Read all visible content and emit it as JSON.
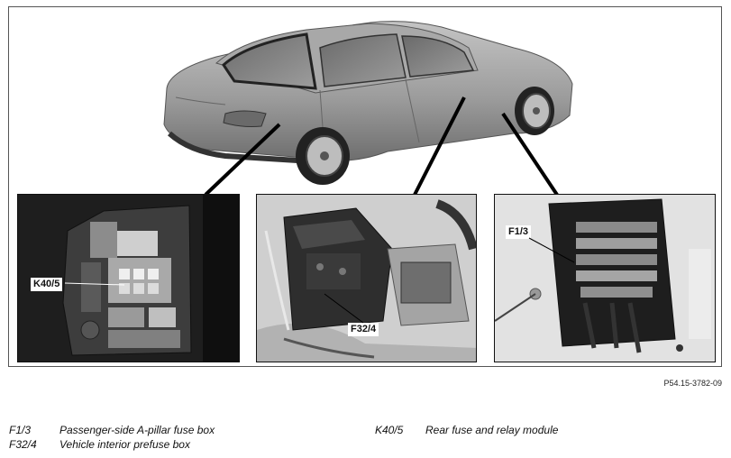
{
  "figure_code": "P54.15-3782-09",
  "callouts": {
    "left": "K40/5",
    "center": "F32/4",
    "right": "F1/3"
  },
  "legend": [
    {
      "code": "F1/3",
      "description": "Passenger-side A-pillar fuse box"
    },
    {
      "code": "F32/4",
      "description": "Vehicle interior prefuse box"
    },
    {
      "code": "K40/5",
      "description": "Rear fuse and relay module"
    }
  ],
  "colors": {
    "frame": "#555555",
    "leader_line": "#000000",
    "car_body": "#9a9a9a"
  }
}
